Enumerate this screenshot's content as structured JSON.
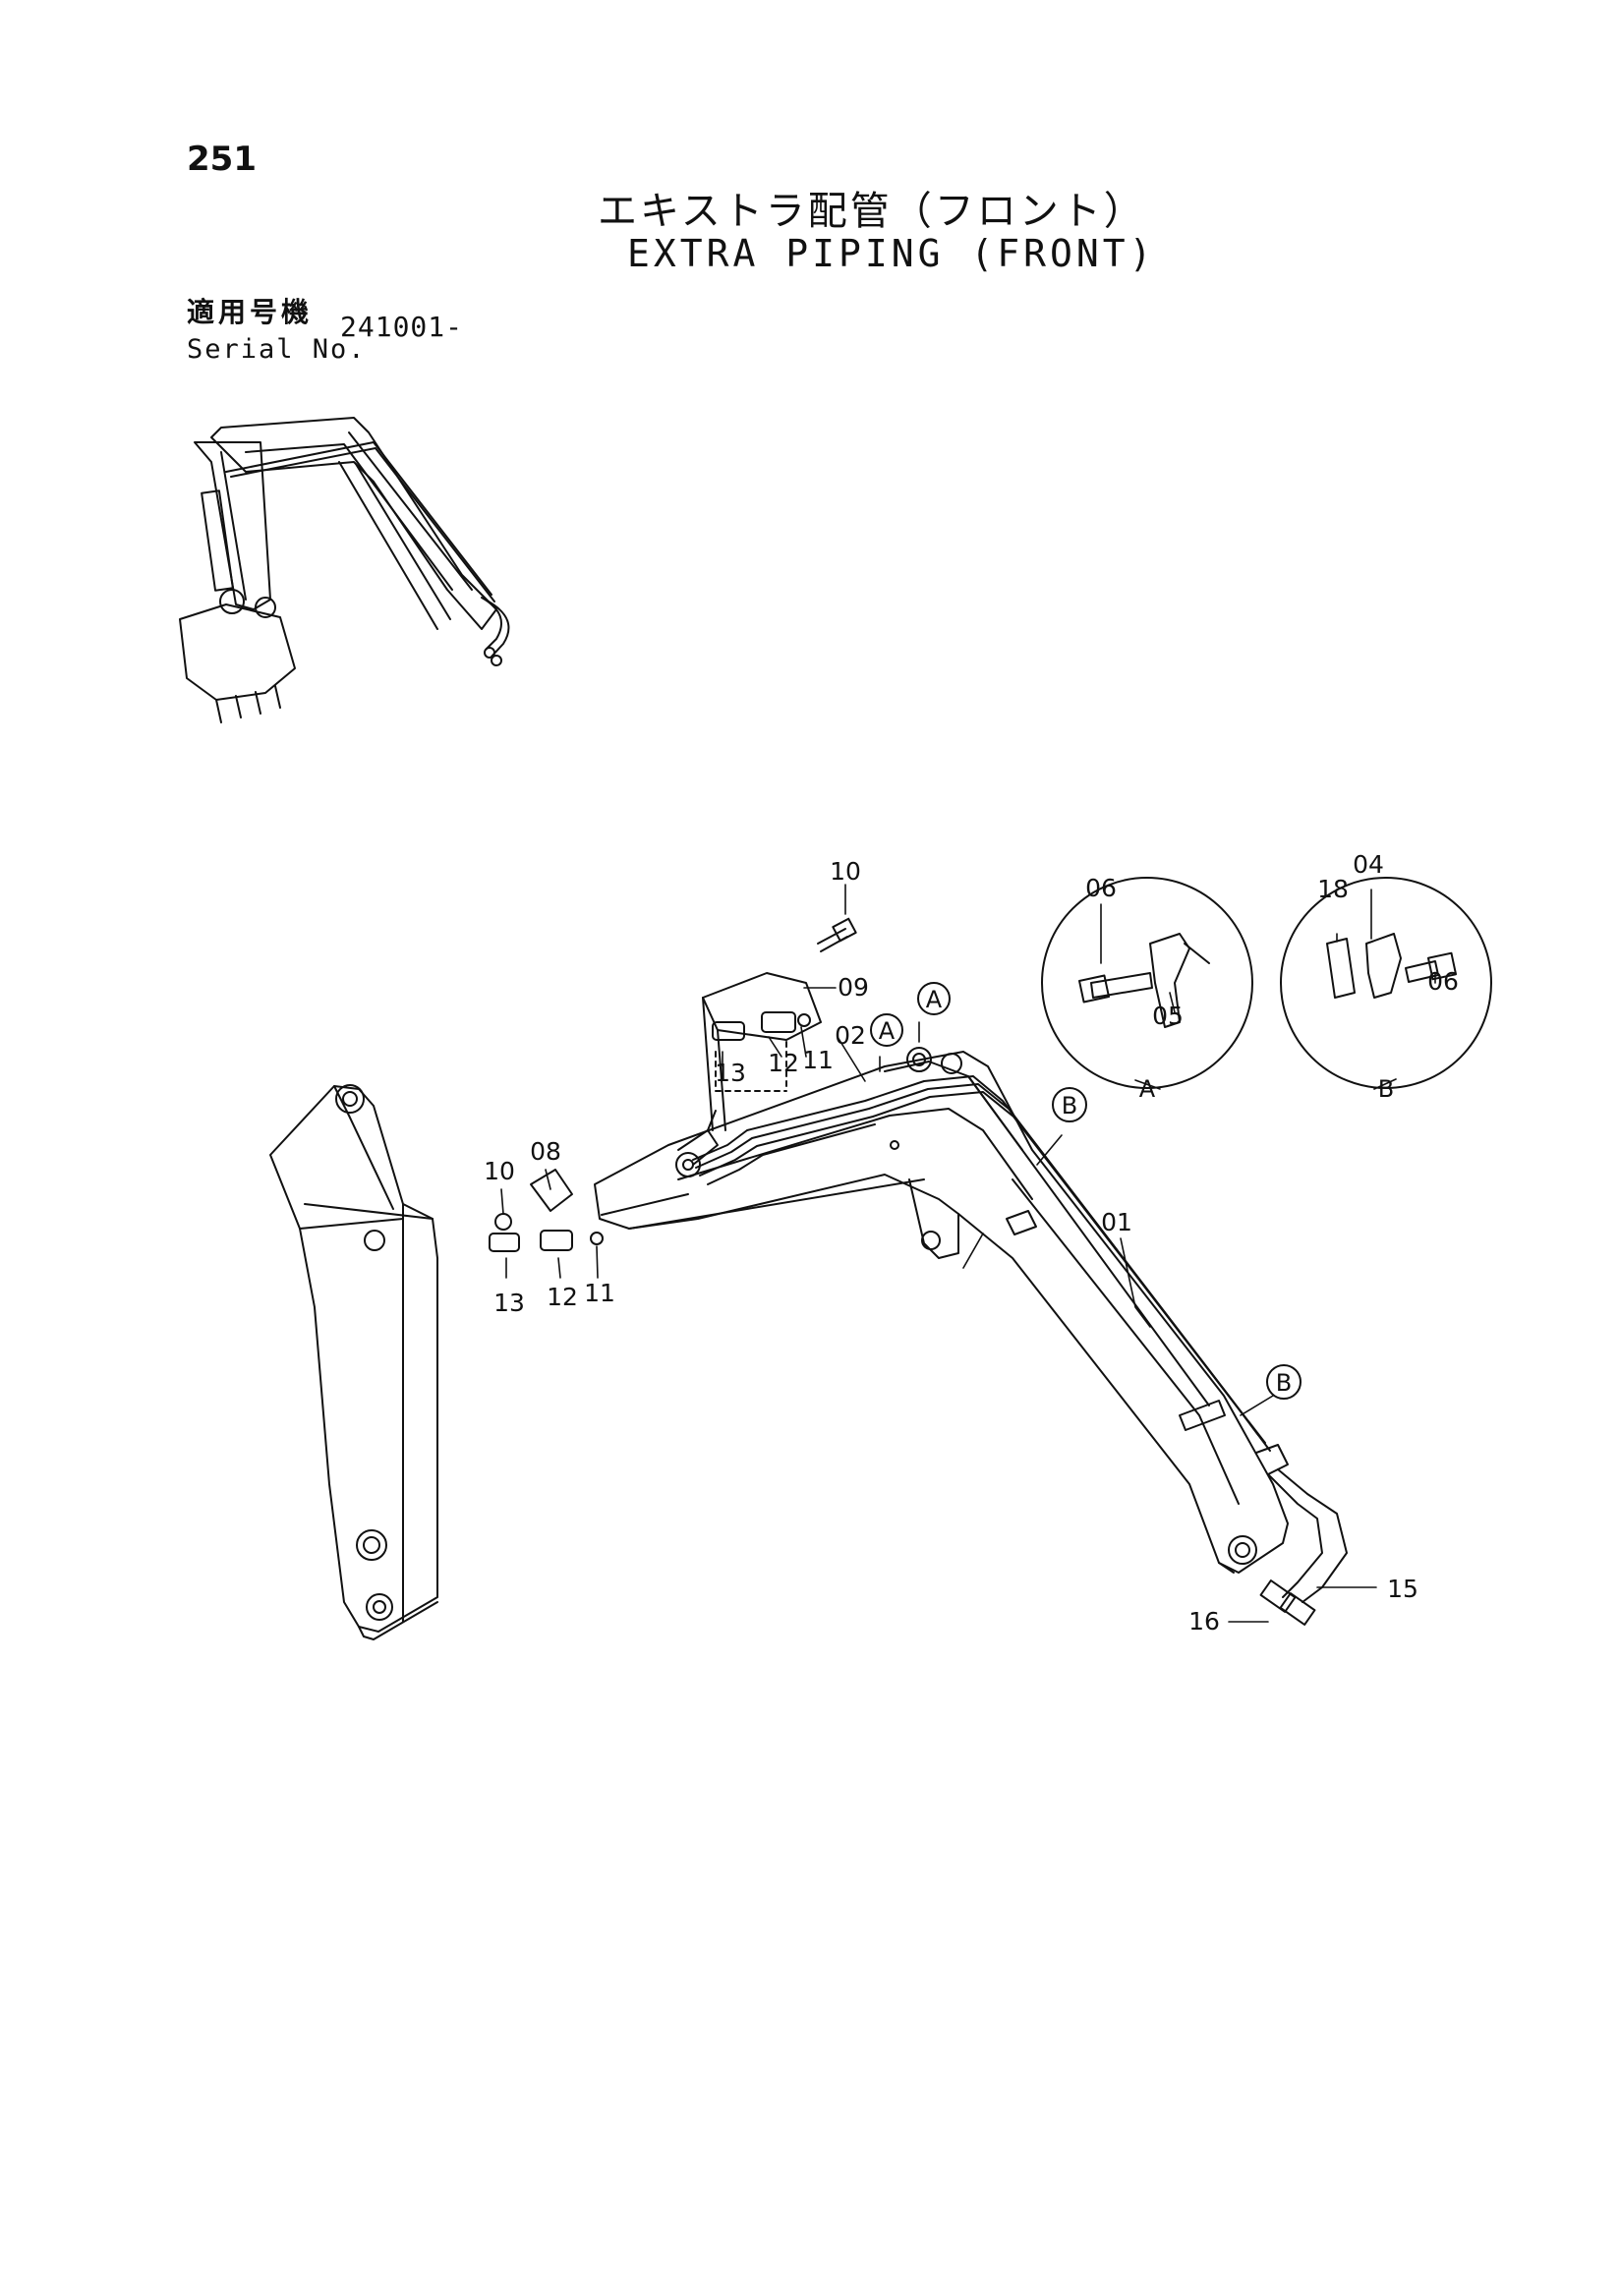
{
  "header": {
    "page_number": "251",
    "title_jp": "エキストラ配管（フロント）",
    "title_en": "EXTRA PIPING (FRONT)",
    "serial_label_jp": "適用号機",
    "serial_label_en": "Serial No.",
    "serial_value": "241001-"
  },
  "callouts": {
    "p01": "01",
    "p02": "02",
    "p04": "04",
    "p05": "05",
    "p06_a": "06",
    "p06_b": "06",
    "p08": "08",
    "p09": "09",
    "p10_top": "10",
    "p10_left": "10",
    "p11_top": "11",
    "p11_left": "11",
    "p12_top": "12",
    "p12_left": "12",
    "p13_top": "13",
    "p13_left": "13",
    "p15": "15",
    "p16": "16",
    "p18": "18"
  },
  "detail_markers": {
    "a1": "A",
    "a2": "A",
    "b1": "B",
    "b2": "B",
    "detail_a_label": "A",
    "detail_b_label": "B"
  }
}
